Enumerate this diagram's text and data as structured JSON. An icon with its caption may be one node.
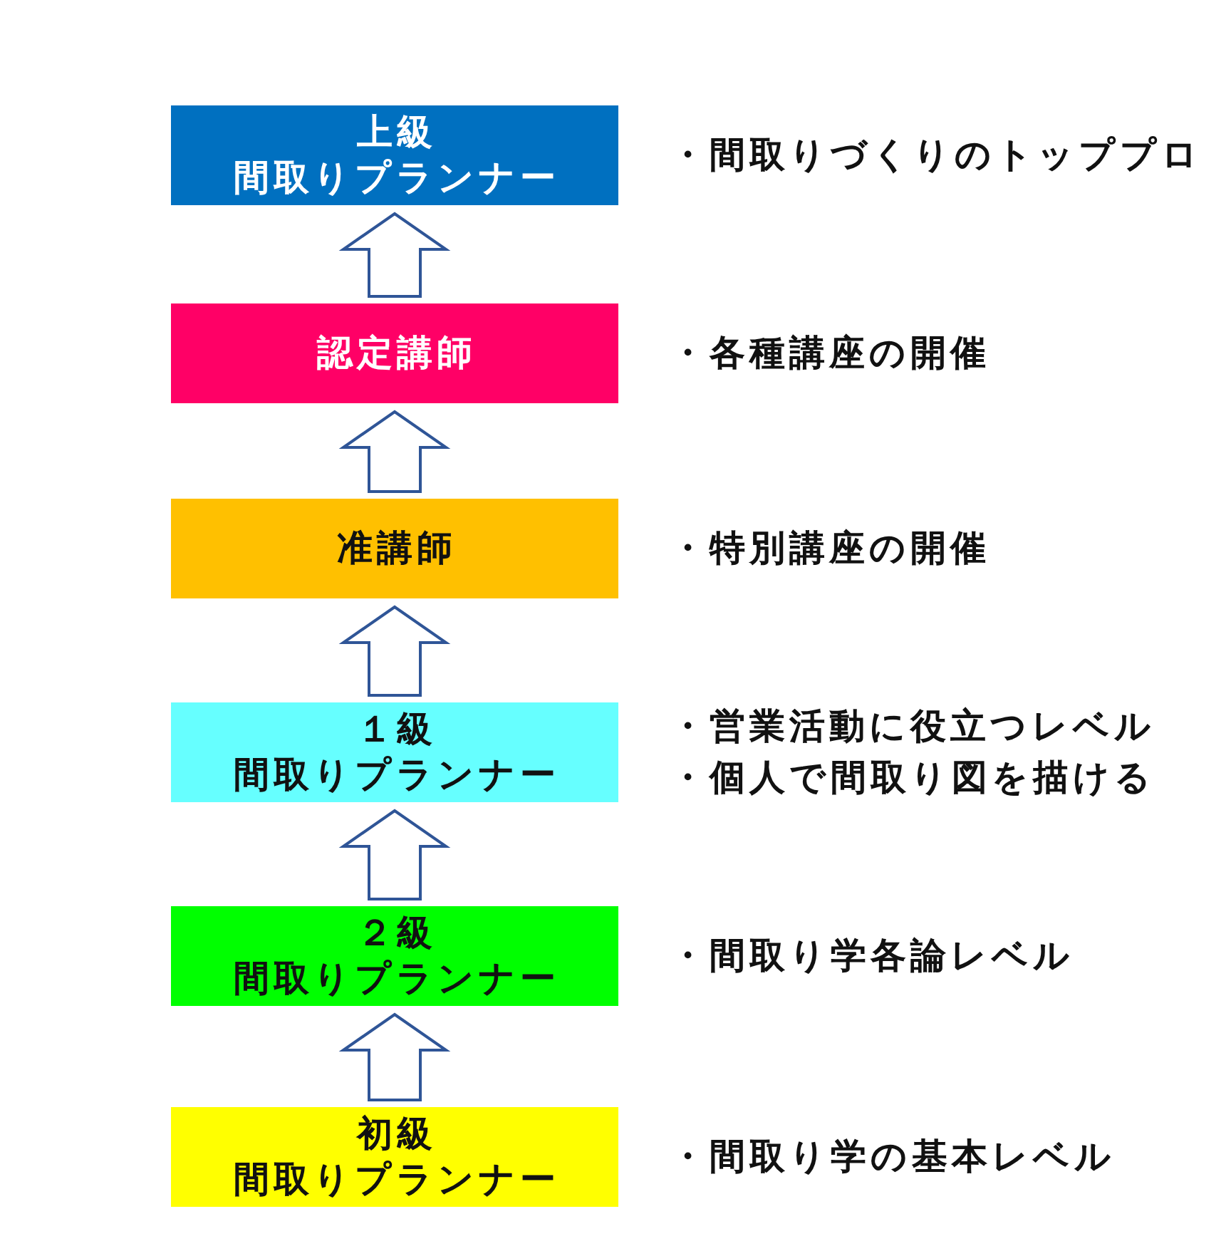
{
  "diagram": {
    "nodes": [
      {
        "text": [
          "上級",
          "間取りプランナー"
        ],
        "beside": [
          "・間取りづくりのトッププロ"
        ]
      },
      {
        "text": [
          "認定講師"
        ],
        "beside": [
          "・各種講座の開催"
        ]
      },
      {
        "text": [
          "准講師"
        ],
        "beside": [
          "・特別講座の開催"
        ]
      },
      {
        "text": [
          "１級",
          "間取りプランナー"
        ],
        "beside": [
          "・営業活動に役立つレベル",
          "・個人で間取り図を描ける"
        ]
      },
      {
        "text": [
          "２級",
          "間取りプランナー"
        ],
        "beside": [
          "・間取り学各論レベル"
        ]
      },
      {
        "text": [
          "初級",
          "間取りプランナー"
        ],
        "beside": [
          "・間取り学の基本レベル"
        ]
      }
    ],
    "edges": [
      {
        "from": 5,
        "to": 4,
        "arrow": "to"
      },
      {
        "from": 4,
        "to": 3,
        "arrow": "to"
      },
      {
        "from": 3,
        "to": 2,
        "arrow": "to"
      },
      {
        "from": 2,
        "to": 1,
        "arrow": "to"
      },
      {
        "from": 1,
        "to": 0,
        "arrow": "to"
      }
    ]
  }
}
